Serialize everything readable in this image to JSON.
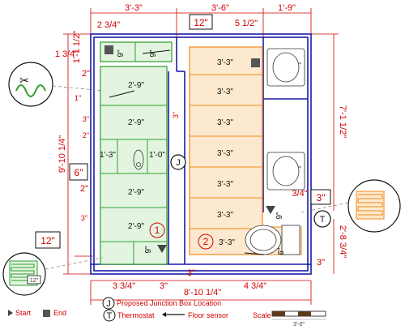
{
  "dimensions": {
    "top_left": "3'-3\"",
    "top_mid": "3'-6\"",
    "top_right": "1'-9\"",
    "gap_2_3_4": "2 3/4\"",
    "gap_5_1_2": "5 1/2\"",
    "top_short_1": "1'-1 1/2\"",
    "left_height": "9'-10 1/4\"",
    "right_height": "7'-1 1/2\"",
    "bottom_total": "8'-10 1/4\"",
    "bottom_left": "3 3/4\"",
    "bottom_mid": "3\"",
    "bottom_right": "4 3/4\"",
    "bottom_center": "3\"",
    "left_1_3_4": "1 3/4\"",
    "left_2_a": "2\"",
    "left_1_a": "1\"",
    "left_3_a": "3\"",
    "left_2_b": "2\"",
    "left_2_c": "2\"",
    "left_3_b": "3\"",
    "mid_3": "3\"",
    "right_3_3_4": "3/4\"",
    "right_2_8_3_4": "2'-8 3/4\"",
    "right_3": "3\"",
    "box_12_top": "12\"",
    "box_6": "6\"",
    "box_12_left": "12\"",
    "box_3": "3\"",
    "detail_12": "12\""
  },
  "mats_green": [
    "2'-9\"",
    "2'-9\"",
    "1'-3\"",
    "1'-0\"",
    "2'-9\"",
    "2'-9\"",
    "9\"",
    "9\"",
    "9\""
  ],
  "mats_orange": [
    "3'-3\"",
    "3'-3\"",
    "3'-3\"",
    "3'-3\"",
    "3'-3\"",
    "3'-3\"",
    "3'-3\"",
    "6\"",
    "9\""
  ],
  "zone_labels": [
    "1",
    "2"
  ],
  "junction_label": "J",
  "thermostat_label": "T",
  "legend": {
    "junction": "Proposed Junction Box Location",
    "thermostat": "Thermostat",
    "floor_sensor": "Floor sensor",
    "start": "Start",
    "end": "End",
    "scale": "Scale",
    "scale_value": "3'-0\""
  },
  "colors": {
    "dimension": "#d40000",
    "wall": "#1a1aa8",
    "mat_green": "#2e9e2e",
    "mat_orange": "#f08a1a",
    "fill_green": "#e3f5e0",
    "fill_orange": "#fde9cf"
  }
}
